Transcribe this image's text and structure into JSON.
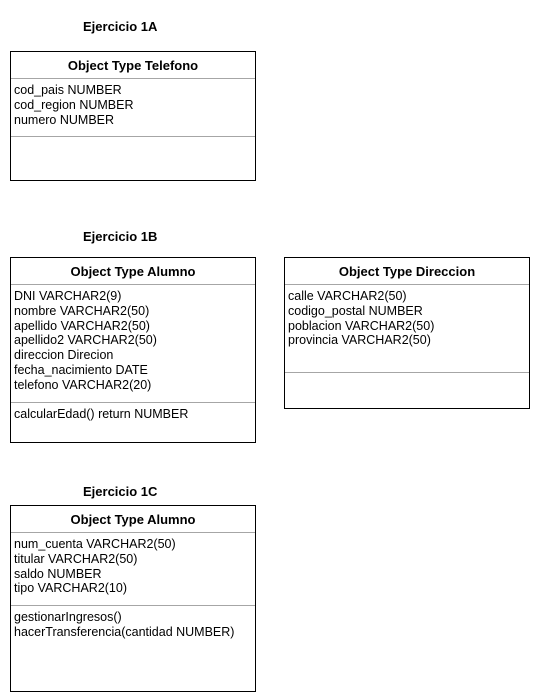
{
  "sections": [
    {
      "heading": "Ejercicio 1A",
      "boxes": [
        {
          "title": "Object Type Telefono",
          "attributes": [
            "cod_pais NUMBER",
            "cod_region NUMBER",
            "numero NUMBER"
          ],
          "methods": []
        }
      ]
    },
    {
      "heading": "Ejercicio 1B",
      "boxes": [
        {
          "title": "Object Type Alumno",
          "attributes": [
            "DNI VARCHAR2(9)",
            "nombre VARCHAR2(50)",
            "apellido VARCHAR2(50)",
            "apellido2 VARCHAR2(50)",
            "direccion Direcion",
            "fecha_nacimiento DATE",
            "telefono VARCHAR2(20)"
          ],
          "methods": [
            "calcularEdad() return NUMBER"
          ]
        },
        {
          "title": "Object Type Direccion",
          "attributes": [
            "calle VARCHAR2(50)",
            "codigo_postal NUMBER",
            "poblacion VARCHAR2(50)",
            "provincia VARCHAR2(50)"
          ],
          "methods": []
        }
      ]
    },
    {
      "heading": "Ejercicio 1C",
      "boxes": [
        {
          "title": "Object Type Alumno",
          "attributes": [
            "num_cuenta VARCHAR2(50)",
            "titular VARCHAR2(50)",
            "saldo NUMBER",
            "tipo VARCHAR2(10)"
          ],
          "methods": [
            "gestionarIngresos()",
            "hacerTransferencia(cantidad NUMBER)"
          ]
        }
      ]
    }
  ]
}
